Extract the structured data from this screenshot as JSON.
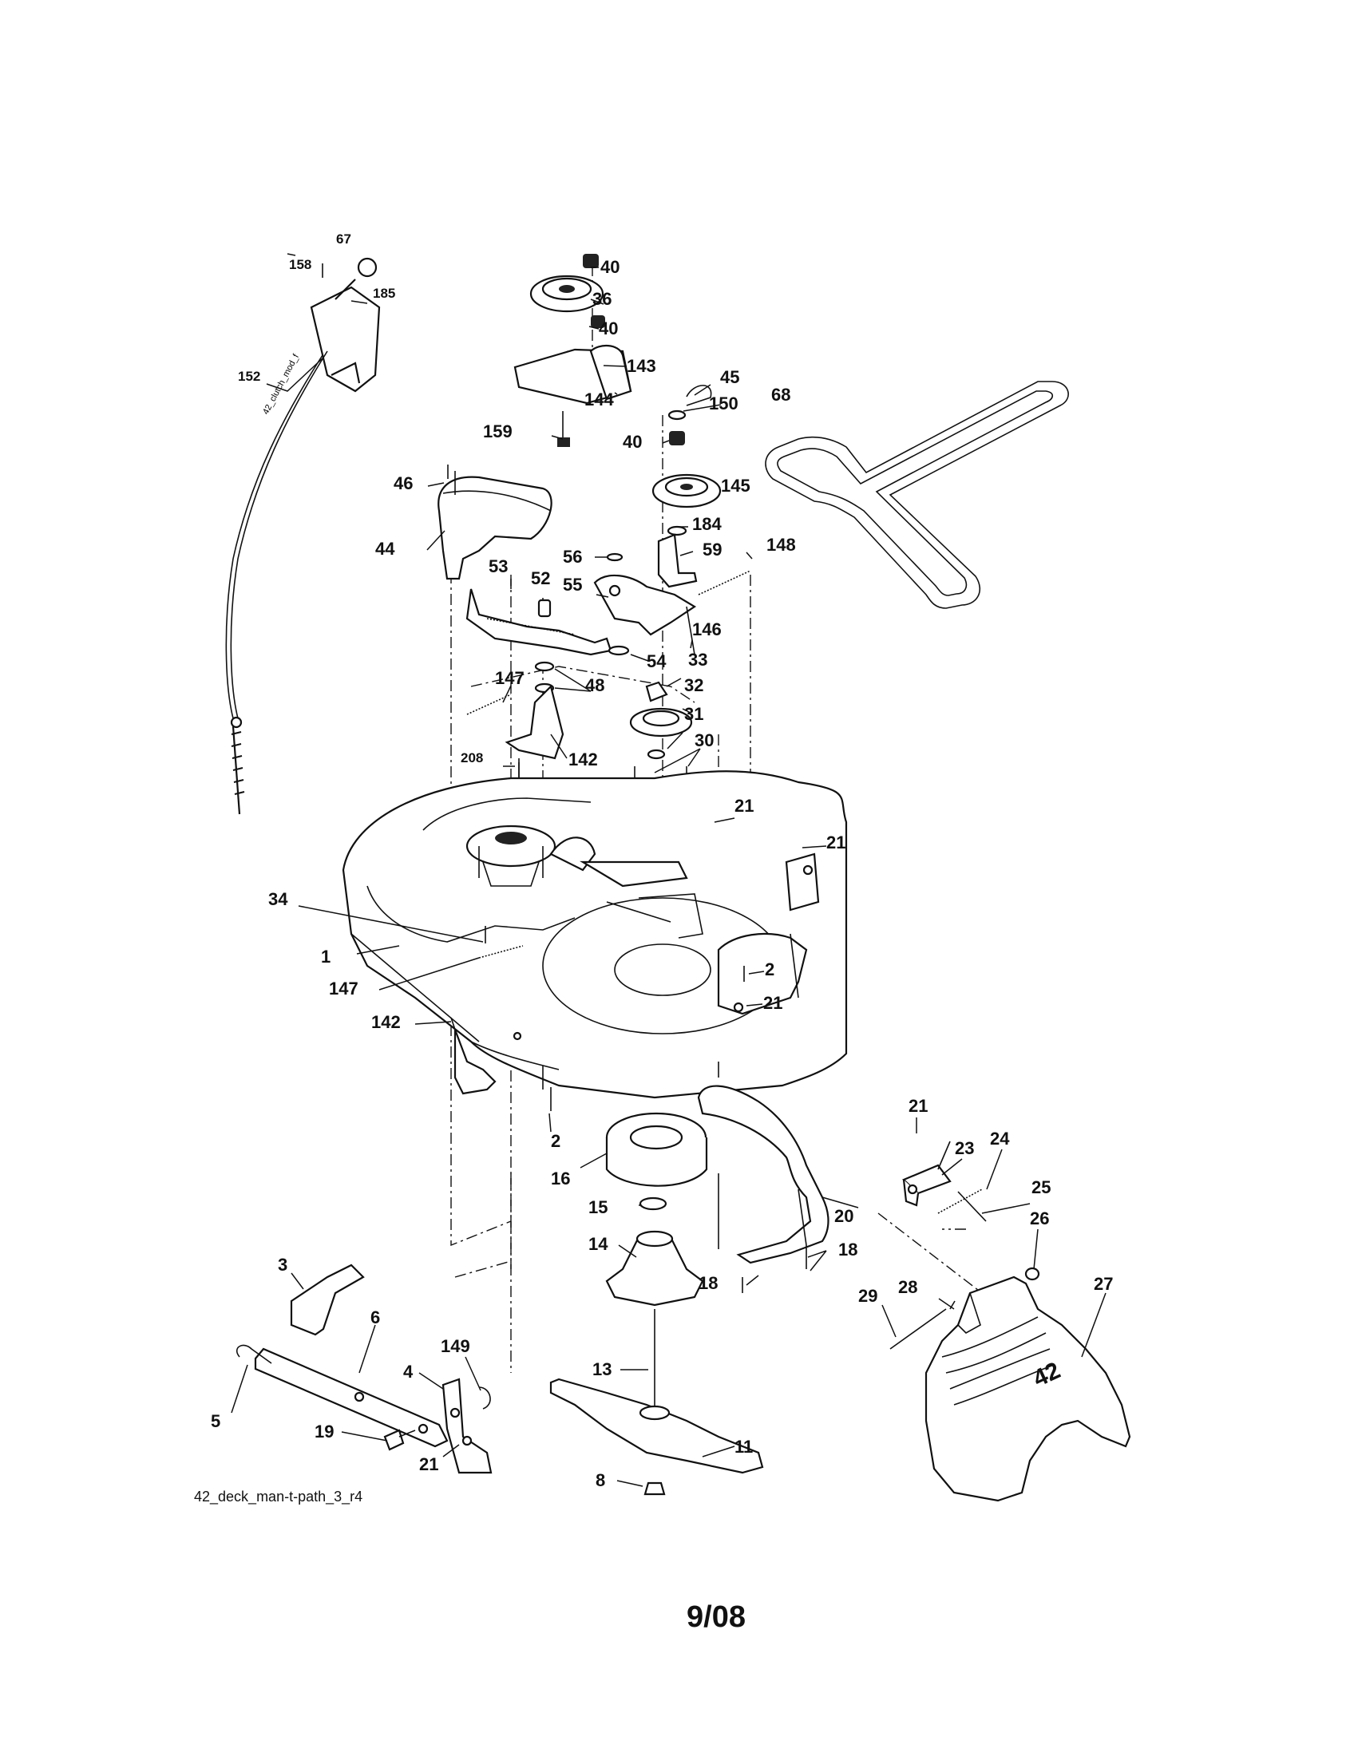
{
  "diagram": {
    "drawing_code": "42_deck_man-t-path_3_r4",
    "page_number": "9/08",
    "deck_decal": "42",
    "clutch_cable_text": "42_clutch_mod_f",
    "callouts": [
      "67",
      "158",
      "185",
      "152",
      "40",
      "36",
      "40",
      "143",
      "144",
      "45",
      "150",
      "159",
      "40",
      "68",
      "145",
      "184",
      "59",
      "148",
      "46",
      "44",
      "56",
      "55",
      "53",
      "52",
      "146",
      "54",
      "33",
      "48",
      "147",
      "32",
      "31",
      "142",
      "208",
      "30",
      "21",
      "21",
      "34",
      "1",
      "147",
      "2",
      "21",
      "142",
      "2",
      "16",
      "15",
      "14",
      "20",
      "18",
      "18",
      "21",
      "23",
      "24",
      "25",
      "26",
      "27",
      "28",
      "29",
      "3",
      "6",
      "149",
      "4",
      "5",
      "19",
      "21",
      "13",
      "11",
      "8"
    ]
  }
}
